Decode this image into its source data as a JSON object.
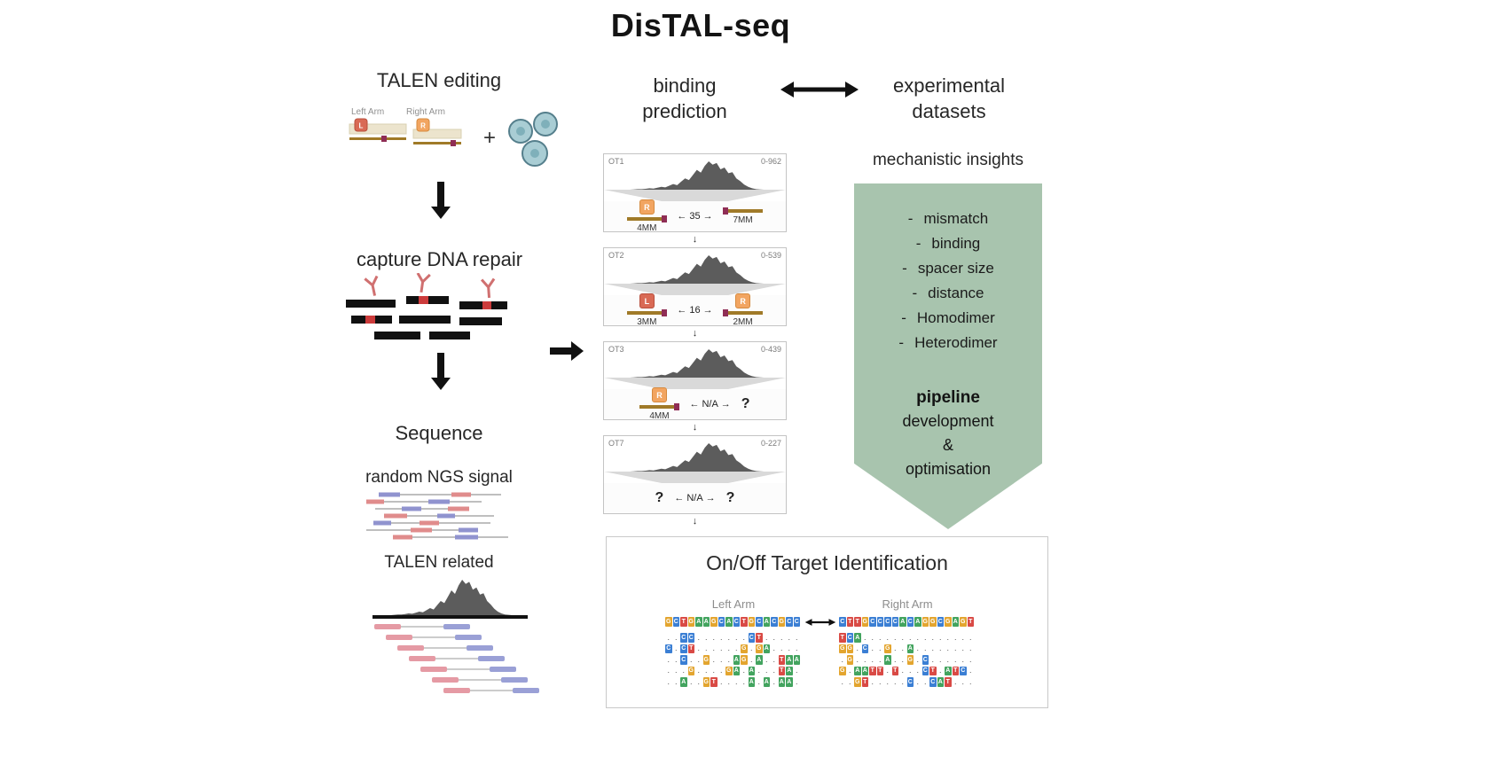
{
  "title": "DisTAL-seq",
  "left_flow": {
    "talen_editing": "TALEN editing",
    "left_arm_label": "Left Arm",
    "right_arm_label": "Right Arm",
    "l_letter": "L",
    "r_letter": "R",
    "plus": "+",
    "capture": "capture DNA repair",
    "sequence": "Sequence",
    "random_ngs": "random NGS signal",
    "talen_related": "TALEN related"
  },
  "middle": {
    "binding_line1": "binding",
    "binding_line2": "prediction",
    "datasets_line1": "experimental",
    "datasets_line2": "datasets"
  },
  "ot_panels": [
    {
      "id": "OT1",
      "range": "0-962",
      "left": {
        "kind": "arm",
        "letter": "R",
        "mm": "4MM",
        "tick": "right"
      },
      "spacer": "35",
      "right": {
        "kind": "bar",
        "mm": "7MM",
        "tick": "left"
      }
    },
    {
      "id": "OT2",
      "range": "0-539",
      "left": {
        "kind": "arm",
        "letter": "L",
        "mm": "3MM",
        "tick": "right"
      },
      "spacer": "16",
      "right": {
        "kind": "arm",
        "letter": "R",
        "mm": "2MM",
        "tick": "left"
      }
    },
    {
      "id": "OT3",
      "range": "0-439",
      "left": {
        "kind": "arm",
        "letter": "R",
        "mm": "4MM",
        "tick": "right"
      },
      "spacer": "N/A",
      "right": {
        "kind": "question",
        "text": "?"
      }
    },
    {
      "id": "OT7",
      "range": "0-227",
      "left": {
        "kind": "question",
        "text": "?"
      },
      "spacer": "N/A",
      "right": {
        "kind": "question",
        "text": "?"
      }
    }
  ],
  "arrow_glyphs": {
    "left": "←",
    "right": "→",
    "down": "↓"
  },
  "insights": {
    "heading": "mechanistic insights",
    "bullet": "-",
    "items": [
      "mismatch",
      "binding",
      "spacer size",
      "distance",
      "Homodimer",
      "Heterodimer"
    ],
    "pipeline": "pipeline",
    "line2": "development",
    "line3": "&",
    "line4": "optimisation"
  },
  "ontarget": {
    "title": "On/Off Target Identification",
    "left_label": "Left Arm",
    "right_label": "Right Arm",
    "left_seq": "GCTGAAGCACTGCACGCC",
    "right_seq": "CTTGCCCCACAGGCGAGT",
    "left_rows": [
      "..CC.......CT.....",
      "C.CT......G.GA....",
      "..C..G...AG.A..TAA",
      "...G....GA.A...TA.",
      "..A..GT....A.A.AA."
    ],
    "right_rows": [
      "TCA...............",
      "GG.C..G..A........",
      ".G....A..G.C......",
      "G.AATT.T...CT.ATC.",
      "..GT.....C..CAT..."
    ]
  },
  "colors": {
    "banner_green": "#a8c4ae",
    "histogram": "#5c5c5c",
    "gold": "#a07a28",
    "magenta": "#8f2d55",
    "base": {
      "A": "#43a45f",
      "C": "#3b7fd4",
      "G": "#e3a52f",
      "T": "#d94a45"
    }
  },
  "profile": [
    0,
    0,
    1,
    2,
    2,
    3,
    5,
    4,
    7,
    10,
    8,
    14,
    20,
    16,
    28,
    40,
    34,
    52,
    70,
    60,
    84,
    100,
    88,
    94,
    72,
    78,
    58,
    62,
    40,
    30,
    18,
    10,
    5,
    2,
    1,
    0
  ]
}
